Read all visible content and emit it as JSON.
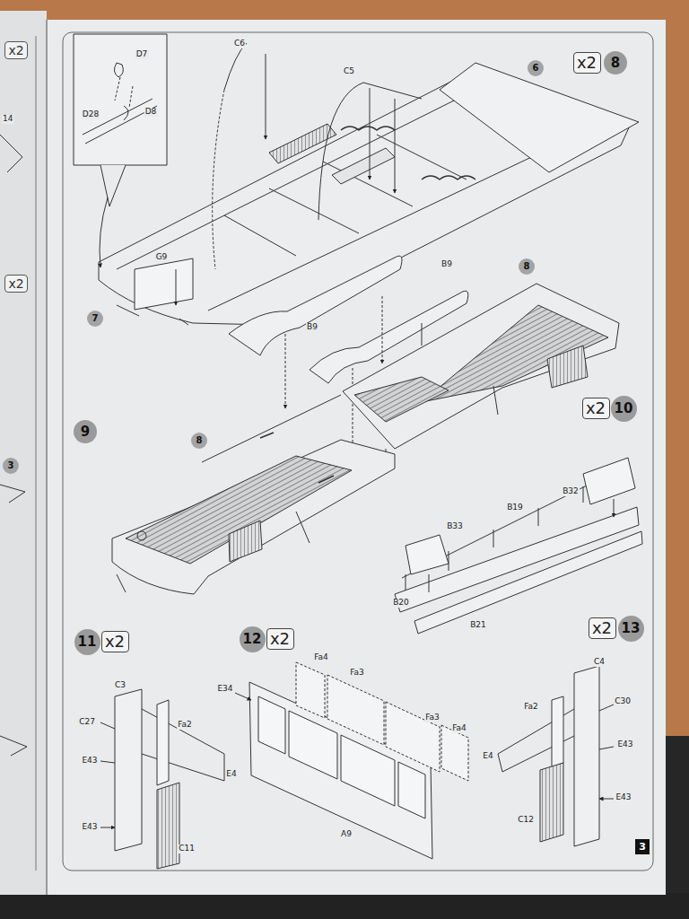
{
  "diagram": {
    "nodes": [
      {
        "text": [
          "x2"
        ]
      },
      {
        "text": [
          "x2"
        ]
      },
      {
        "text": [
          "8"
        ]
      },
      {
        "text": [
          "6"
        ]
      },
      {
        "text": [
          "7"
        ]
      },
      {
        "text": [
          "x2"
        ]
      },
      {
        "text": [
          "8"
        ]
      },
      {
        "text": [
          "9"
        ]
      },
      {
        "text": [
          "8"
        ]
      },
      {
        "text": [
          "x2"
        ]
      },
      {
        "text": [
          "10"
        ]
      },
      {
        "text": [
          "3"
        ]
      },
      {
        "text": [
          "11"
        ]
      },
      {
        "text": [
          "x2"
        ]
      },
      {
        "text": [
          "12"
        ]
      },
      {
        "text": [
          "x2"
        ]
      },
      {
        "text": [
          "x2"
        ]
      },
      {
        "text": [
          "13"
        ]
      },
      {
        "text": [
          "3"
        ]
      }
    ],
    "edges": [],
    "labels": [
      "C6",
      "D7",
      "D28",
      "D8",
      "C5",
      "G9",
      "B9",
      "B9",
      "B19",
      "B32",
      "B33",
      "B20",
      "B21",
      "C3",
      "C27",
      "Fa2",
      "E4",
      "E43",
      "E43",
      "C11",
      "Fa4",
      "Fa3",
      "E34",
      "Fa3",
      "Fa4",
      "A9",
      "C4",
      "C30",
      "Fa2",
      "E4",
      "E43",
      "E43",
      "C12",
      "14"
    ]
  }
}
